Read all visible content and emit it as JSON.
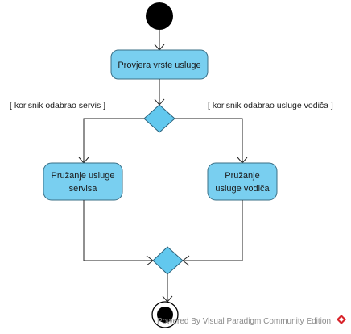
{
  "diagram": {
    "nodes": {
      "action_check": {
        "label": "Provjera vrste usluge"
      },
      "action_service": {
        "line1": "Pružanje usluge",
        "line2": "servisa"
      },
      "action_guide": {
        "line1": "Pružanje",
        "line2": "usluge vodiča"
      }
    },
    "guards": {
      "left": "[ korisnik odabrao servis ]",
      "right": "[ korisnik odabrao usluge vodiča ]"
    },
    "colors": {
      "action_fill": "#79cff0",
      "action_stroke": "#3a6f86",
      "decision_fill": "#62c8ee",
      "line": "#222222",
      "node_black": "#000000"
    }
  },
  "watermark": {
    "text": "Powered By  Visual Paradigm Community Edition"
  }
}
